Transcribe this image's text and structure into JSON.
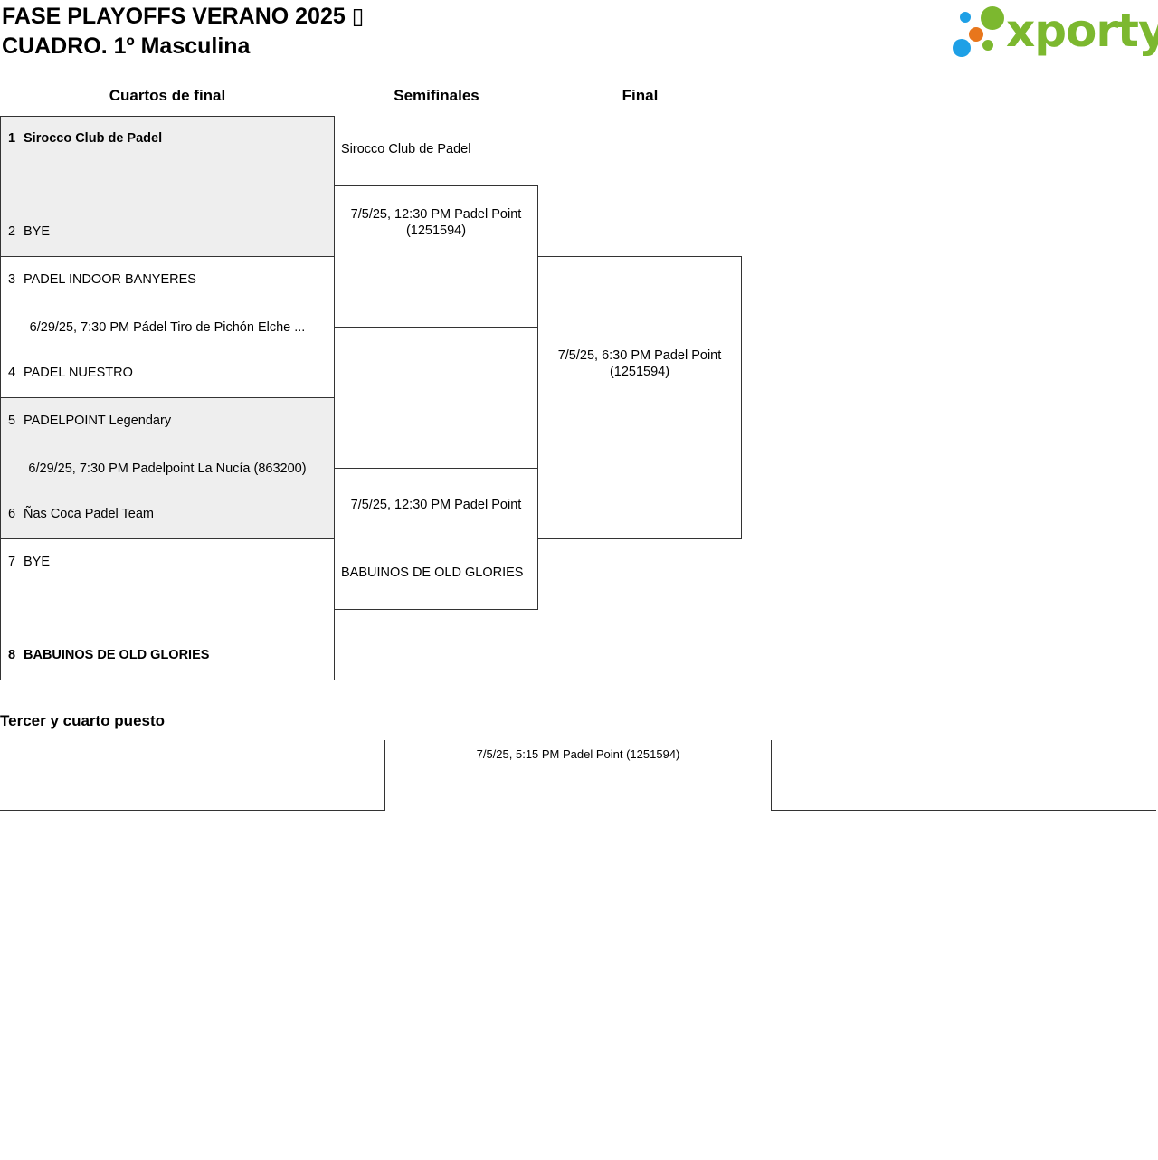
{
  "header": {
    "title_line1": "FASE PLAYOFFS VERANO 2025 ▯",
    "title_line2": "CUADRO. 1º Masculina",
    "logo_text": "xporty",
    "logo_colors": {
      "green": "#7cb82f",
      "orange": "#e8761c",
      "blue": "#1ea0e6"
    }
  },
  "rounds": {
    "quarter": "Cuartos de final",
    "semi": "Semifinales",
    "final": "Final"
  },
  "quarterfinals": [
    {
      "top": {
        "seed": "1",
        "name": "Sirocco Club de Padel",
        "winner": true
      },
      "bottom": {
        "seed": "2",
        "name": "BYE",
        "winner": false
      },
      "match_info": ""
    },
    {
      "top": {
        "seed": "3",
        "name": "PADEL INDOOR BANYERES",
        "winner": false
      },
      "bottom": {
        "seed": "4",
        "name": "PADEL NUESTRO",
        "winner": false
      },
      "match_info": "6/29/25, 7:30 PM Pádel Tiro de Pichón Elche ..."
    },
    {
      "top": {
        "seed": "5",
        "name": "PADELPOINT Legendary",
        "winner": false
      },
      "bottom": {
        "seed": "6",
        "name": "Ñas Coca Padel Team",
        "winner": false
      },
      "match_info": "6/29/25, 7:30 PM Padelpoint La Nucía (863200)"
    },
    {
      "top": {
        "seed": "7",
        "name": "BYE",
        "winner": false
      },
      "bottom": {
        "seed": "8",
        "name": "BABUINOS DE OLD GLORIES",
        "winner": true
      },
      "match_info": ""
    }
  ],
  "semifinals": [
    {
      "top_team": "Sirocco Club de Padel",
      "bottom_team": "",
      "match_info": "7/5/25, 12:30 PM Padel Point (1251594)"
    },
    {
      "top_team": "",
      "bottom_team": "BABUINOS DE OLD GLORIES",
      "match_info": "7/5/25, 12:30 PM Padel Point"
    }
  ],
  "final": {
    "match_info": "7/5/25, 6:30 PM Padel Point (1251594)"
  },
  "third_place": {
    "heading": "Tercer y cuarto puesto",
    "match_info": "7/5/25, 5:15 PM Padel Point (1251594)"
  }
}
